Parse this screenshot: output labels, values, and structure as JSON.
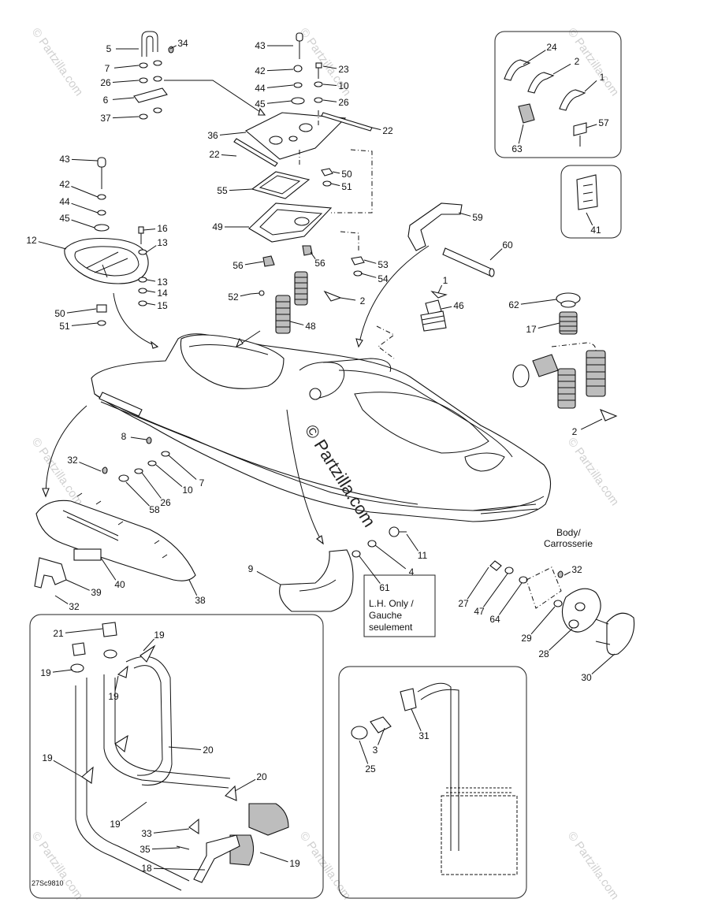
{
  "diagram": {
    "watermark_text": "© Partzilla.com",
    "center_watermark": "© Partzilla.com",
    "diagram_code": "27Sc9810",
    "notes": {
      "body_label": [
        "Body/",
        "Carrosserie"
      ],
      "lh_only": [
        "L.H. Only /",
        "Gauche",
        "seulement"
      ]
    },
    "callouts": [
      "5",
      "34",
      "7",
      "26",
      "6",
      "37",
      "43",
      "42",
      "44",
      "45",
      "23",
      "10",
      "26",
      "36",
      "22",
      "22",
      "50",
      "51",
      "55",
      "49",
      "56",
      "56",
      "53",
      "54",
      "52",
      "48",
      "2",
      "59",
      "60",
      "1",
      "46",
      "62",
      "17",
      "24",
      "2",
      "1",
      "57",
      "63",
      "41",
      "43",
      "42",
      "44",
      "45",
      "12",
      "16",
      "13",
      "13",
      "14",
      "15",
      "50",
      "51",
      "8",
      "32",
      "7",
      "10",
      "26",
      "58",
      "11",
      "4",
      "61",
      "9",
      "40",
      "39",
      "32",
      "38",
      "27",
      "47",
      "64",
      "32",
      "29",
      "28",
      "30",
      "2",
      "21",
      "19",
      "19",
      "19",
      "20",
      "19",
      "20",
      "19",
      "33",
      "35",
      "18",
      "19",
      "31",
      "3",
      "25"
    ]
  }
}
